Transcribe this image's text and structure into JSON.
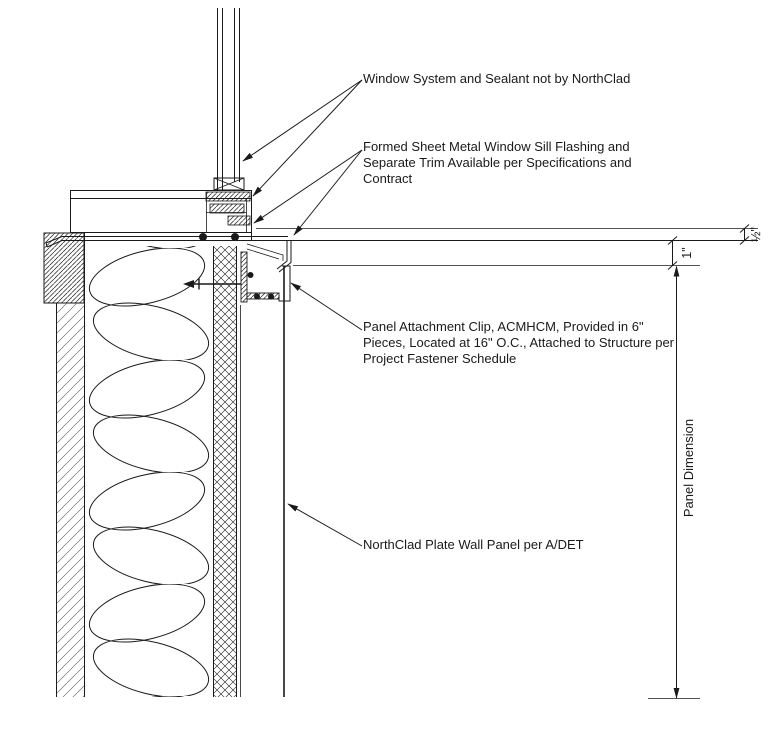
{
  "drawing": {
    "annotations": {
      "window_system": {
        "lines": [
          "Window System and Sealant not by NorthClad"
        ]
      },
      "sill_flashing": {
        "lines": [
          "Formed Sheet Metal Window Sill Flashing and",
          "Separate Trim Available per Specifications and",
          "Contract"
        ]
      },
      "panel_clip": {
        "lines": [
          "Panel Attachment Clip, ACMHCM, Provided in 6\"",
          "Pieces, Located at 16\" O.C., Attached to Structure per",
          "Project Fastener Schedule"
        ]
      },
      "wall_panel": {
        "lines": [
          "NorthClad Plate Wall Panel per A/DET"
        ]
      }
    },
    "dimensions": {
      "half_inch": "½\"",
      "one_inch": "1\"",
      "panel_dimension": "Panel Dimension"
    },
    "colors": {
      "line": "#1a1a1a",
      "background": "#ffffff"
    }
  }
}
